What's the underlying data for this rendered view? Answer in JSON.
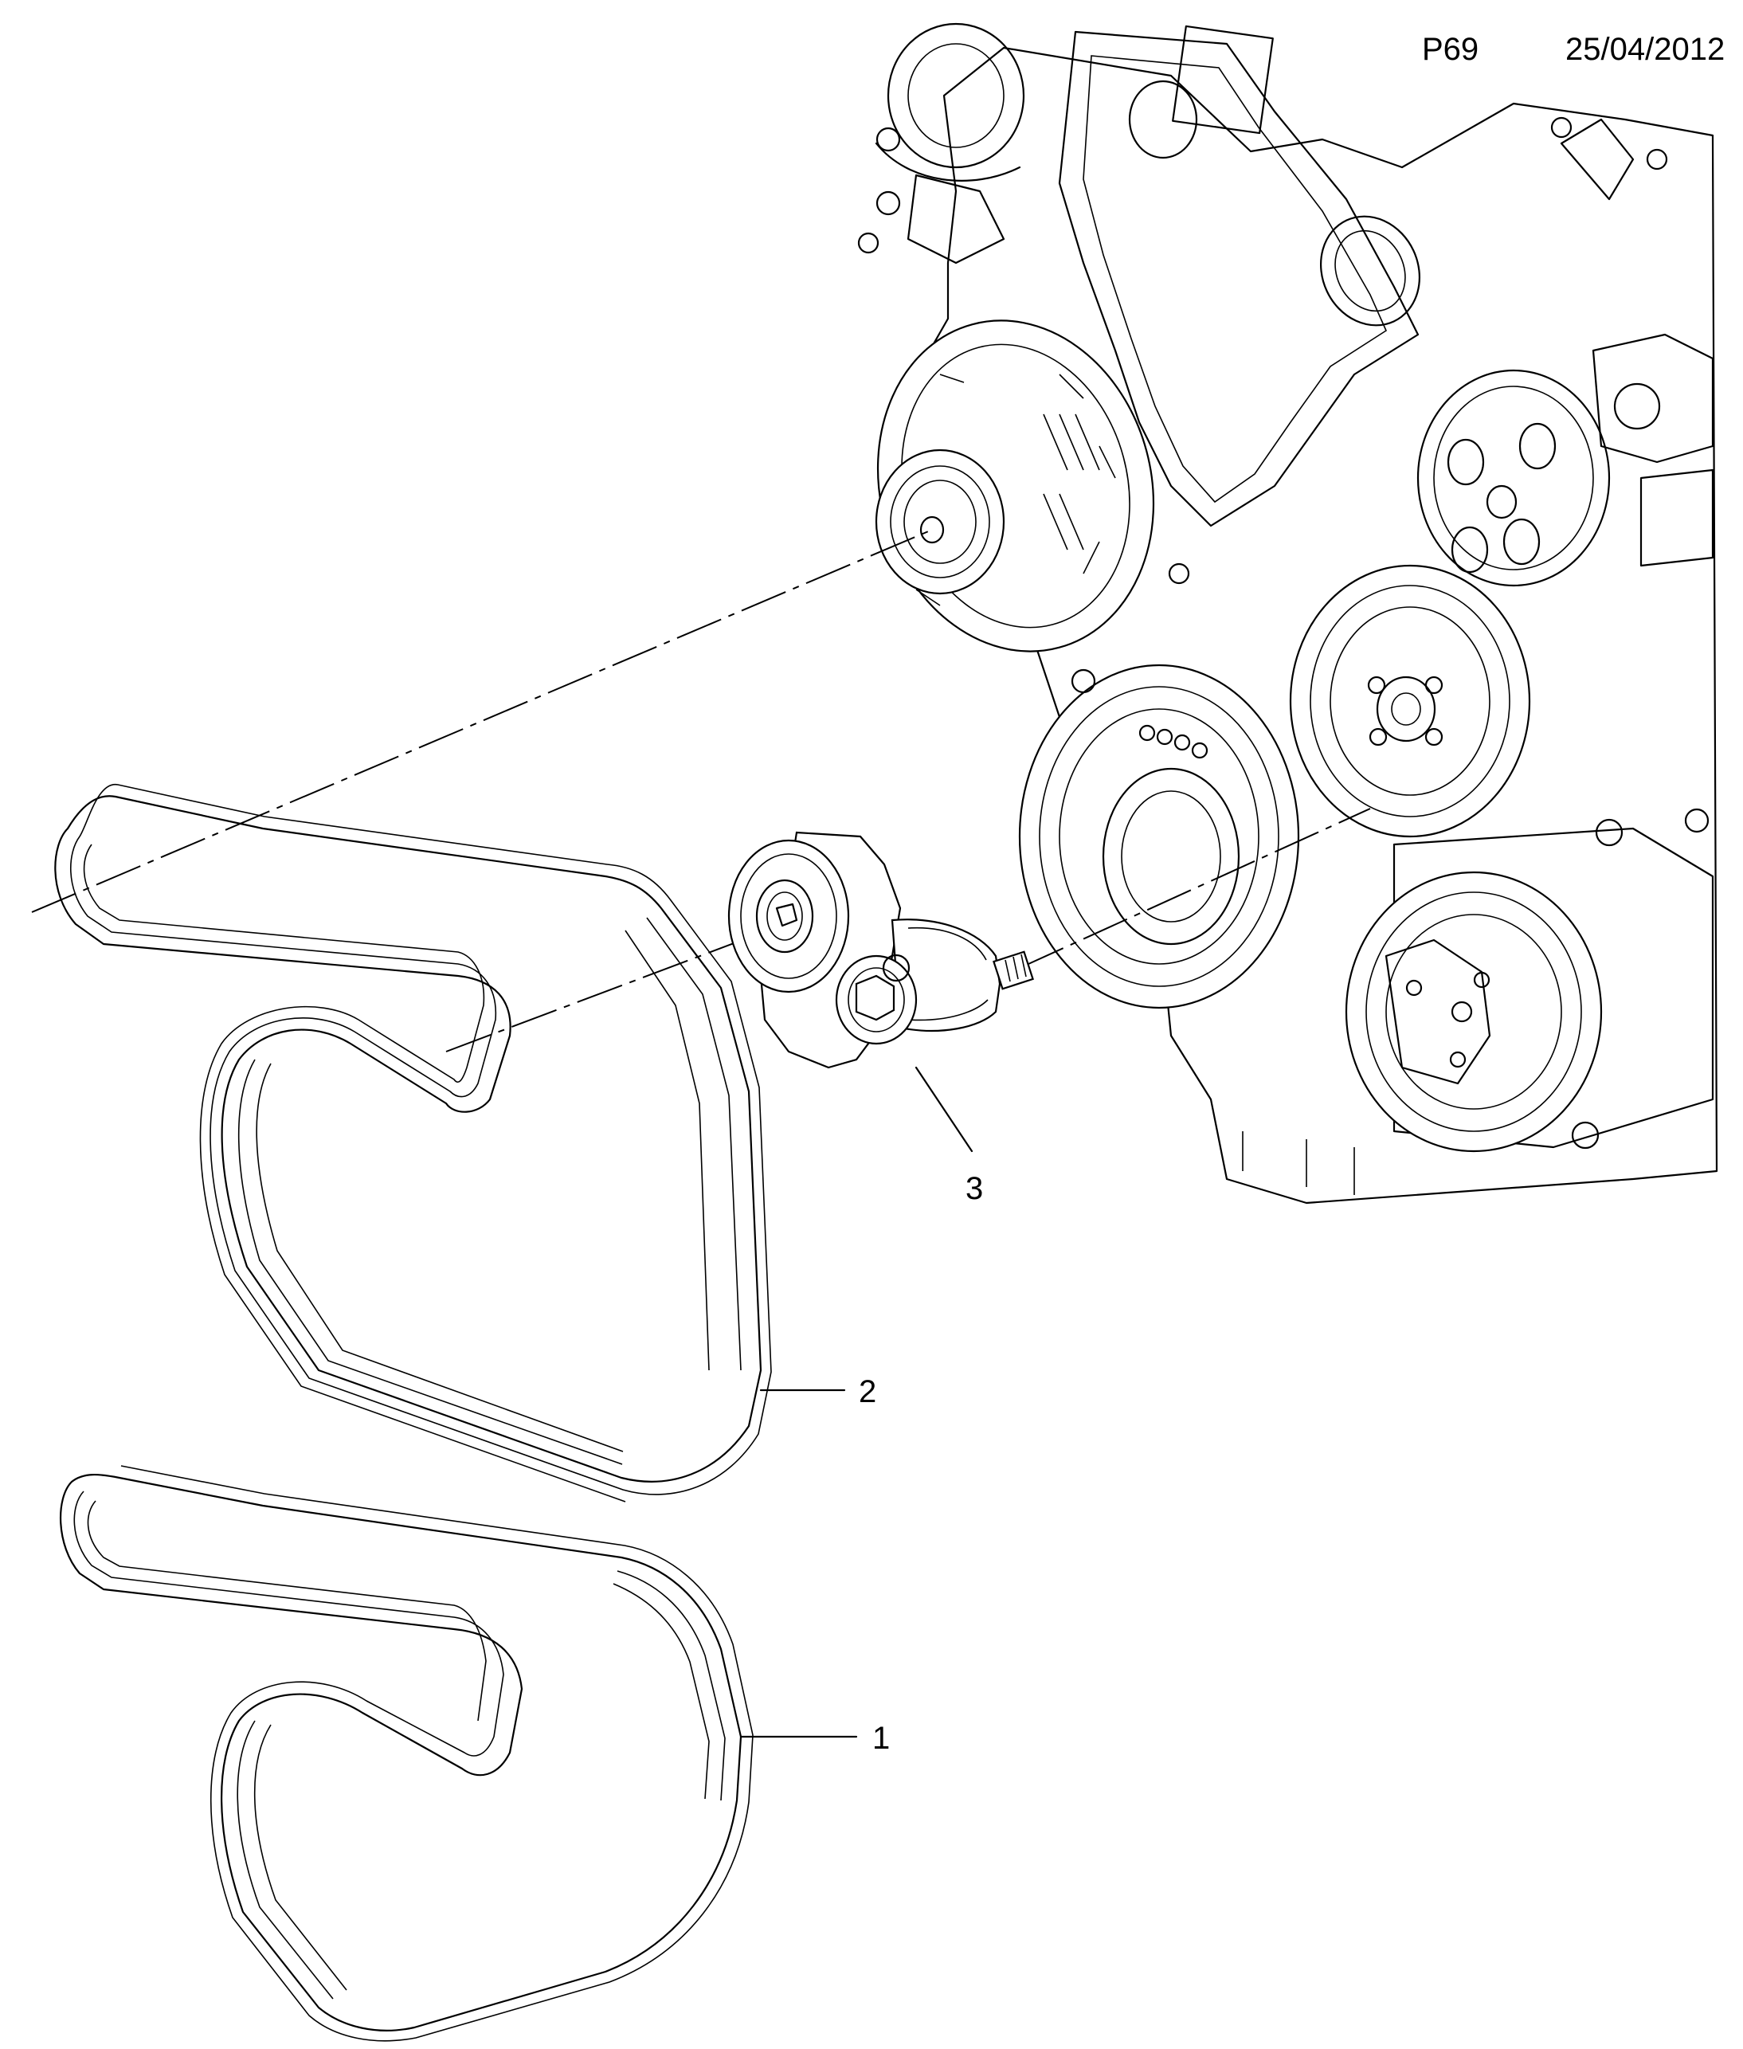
{
  "header": {
    "page_code": "P69",
    "date": "25/04/2012"
  },
  "callouts": [
    {
      "number": "1",
      "part": "belt"
    },
    {
      "number": "2",
      "part": "belt"
    },
    {
      "number": "3",
      "part": "tensioner"
    }
  ],
  "colors": {
    "line": "#000000",
    "background": "#ffffff"
  }
}
